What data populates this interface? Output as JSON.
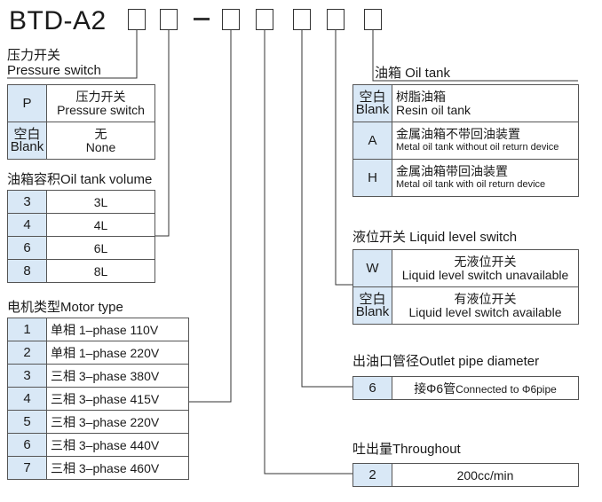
{
  "model_prefix": "BTD-A2",
  "pressure_switch": {
    "title_cn": "压力开关",
    "title_en": "Pressure switch",
    "options": [
      {
        "code_cn": "",
        "code_en": "P",
        "desc_cn": "压力开关",
        "desc_en": "Pressure switch"
      },
      {
        "code_cn": "空白",
        "code_en": "Blank",
        "desc_cn": "无",
        "desc_en": "None"
      }
    ]
  },
  "tank_volume": {
    "title": "油箱容积Oil tank volume",
    "options": [
      {
        "code": "3",
        "desc": "3L"
      },
      {
        "code": "4",
        "desc": "4L"
      },
      {
        "code": "6",
        "desc": "6L"
      },
      {
        "code": "8",
        "desc": "8L"
      }
    ]
  },
  "motor_type": {
    "title": "电机类型Motor type",
    "options": [
      {
        "code": "1",
        "desc": "单相 1–phase 110V"
      },
      {
        "code": "2",
        "desc": "单相 1–phase 220V"
      },
      {
        "code": "3",
        "desc": "三相 3–phase 380V"
      },
      {
        "code": "4",
        "desc": "三相 3–phase 415V"
      },
      {
        "code": "5",
        "desc": "三相 3–phase 220V"
      },
      {
        "code": "6",
        "desc": "三相 3–phase 440V"
      },
      {
        "code": "7",
        "desc": "三相 3–phase 460V"
      }
    ]
  },
  "oil_tank": {
    "title": "油箱 Oil tank",
    "options": [
      {
        "code_cn": "空白",
        "code_en": "Blank",
        "desc_cn": "树脂油箱",
        "desc_en": "Resin oil tank"
      },
      {
        "code_cn": "",
        "code_en": "A",
        "desc_cn": "金属油箱不带回油装置",
        "desc_en": "Metal oil tank without oil return device"
      },
      {
        "code_cn": "",
        "code_en": "H",
        "desc_cn": "金属油箱带回油装置",
        "desc_en": "Metal oil tank with oil return device"
      }
    ]
  },
  "level_switch": {
    "title": "液位开关 Liquid level switch",
    "options": [
      {
        "code_cn": "",
        "code_en": "W",
        "desc_cn": "无液位开关",
        "desc_en": "Liquid level switch unavailable"
      },
      {
        "code_cn": "空白",
        "code_en": "Blank",
        "desc_cn": "有液位开关",
        "desc_en": "Liquid level switch available"
      }
    ]
  },
  "outlet_pipe": {
    "title": "出油口管径Outlet pipe diameter",
    "options": [
      {
        "code": "6",
        "desc_cn": "接Φ6管",
        "desc_en": "Connected to Φ6pipe"
      }
    ]
  },
  "throughput": {
    "title": "吐出量Throughout",
    "options": [
      {
        "code": "2",
        "desc": "200cc/min"
      }
    ]
  },
  "colors": {
    "code_bg": "#d9e8f6",
    "line": "#333333",
    "border": "#555555"
  }
}
